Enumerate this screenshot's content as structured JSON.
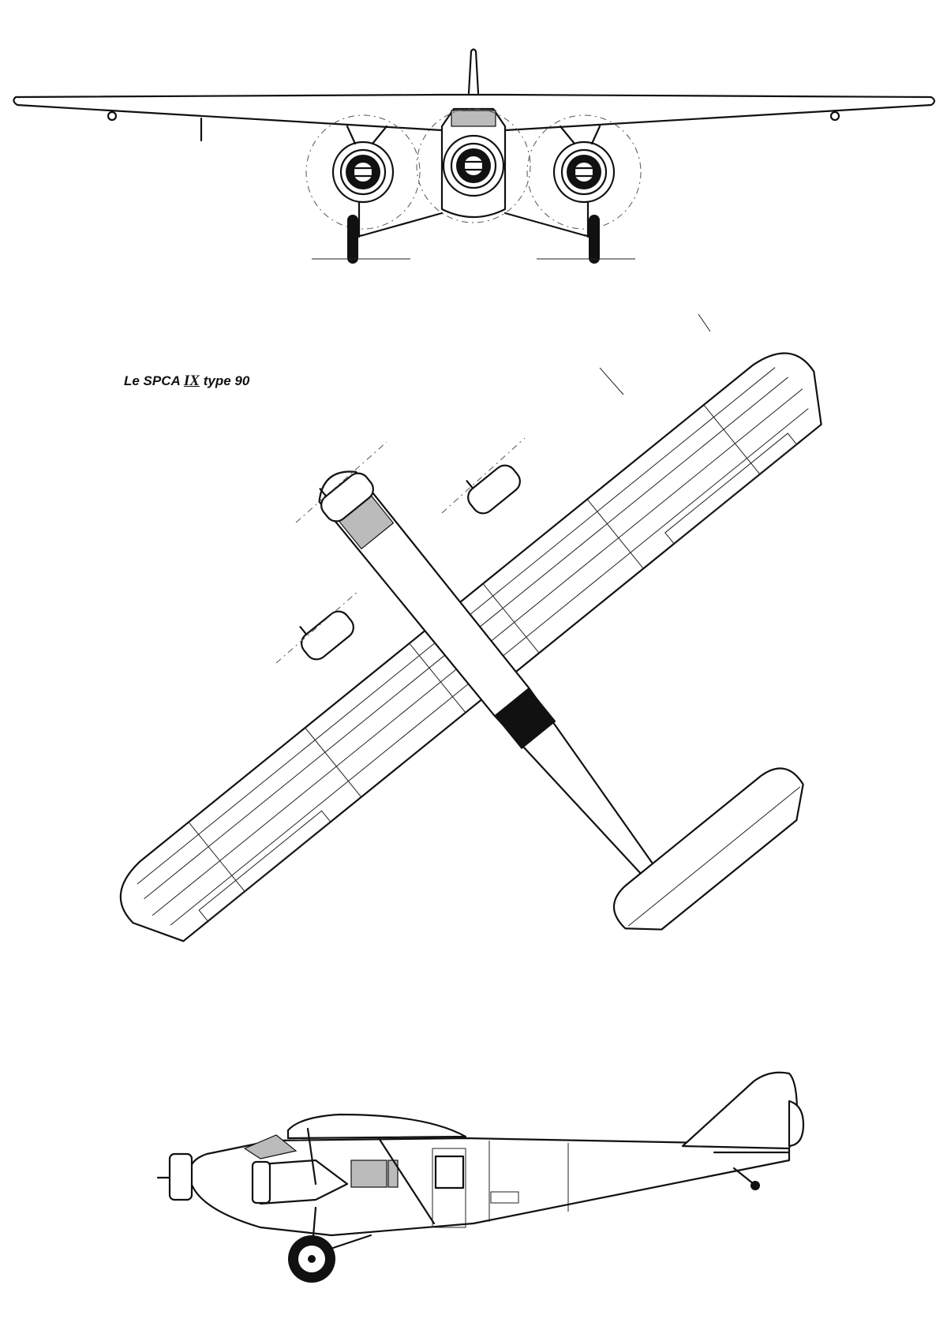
{
  "title": {
    "prefix": "Le SPCA",
    "roman": "IX",
    "suffix": "type 90"
  },
  "views": [
    "front-view",
    "top-view",
    "side-view"
  ],
  "colors": {
    "ink": "#111111",
    "paper": "#ffffff"
  }
}
